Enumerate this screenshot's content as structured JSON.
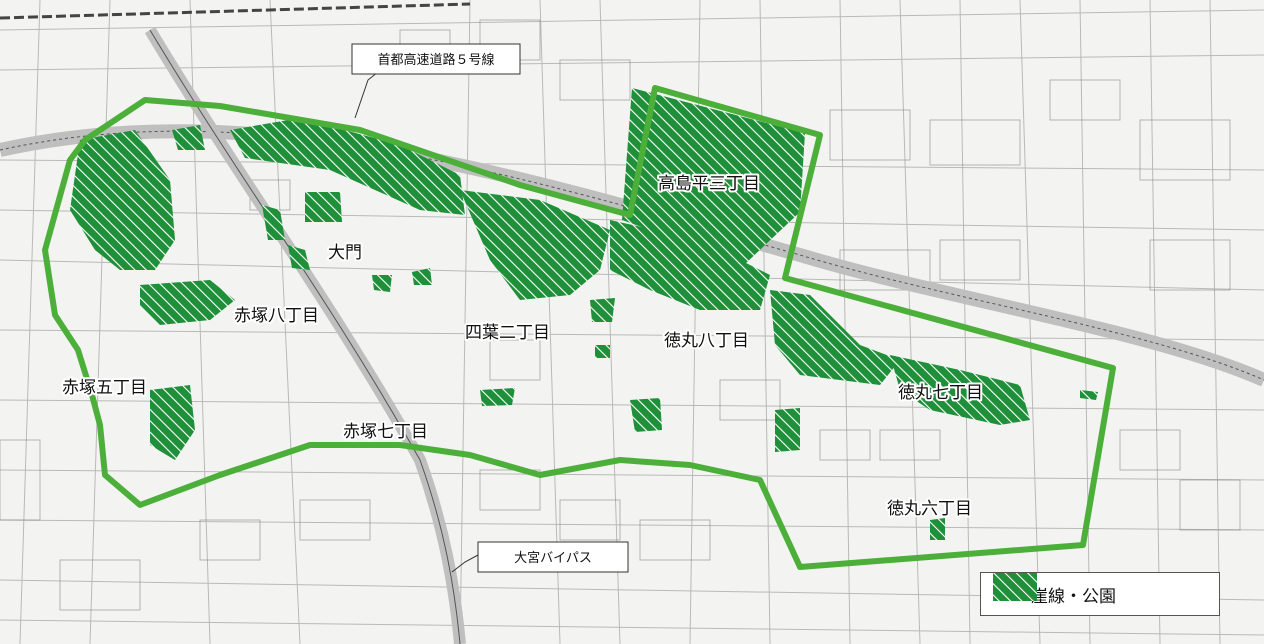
{
  "colors": {
    "boundary": "#4caf3a",
    "hatch_fill": "#1f8f3a",
    "hatch_line": "#ffffff",
    "road_major": "#bfbfbf",
    "street": "#8a8a8a"
  },
  "callouts": {
    "expressway": "首都高速道路５号線",
    "bypass": "大宮バイパス"
  },
  "districts": {
    "takashimadaira3": "高島平三丁目",
    "daimon": "大門",
    "akatsuka8": "赤塚八丁目",
    "yotsuba2": "四葉二丁目",
    "tokumaru8": "徳丸八丁目",
    "akatsuka5": "赤塚五丁目",
    "akatsuka7": "赤塚七丁目",
    "tokumaru7": "徳丸七丁目",
    "tokumaru6": "徳丸六丁目"
  },
  "legend": {
    "label": "崖線・公園"
  },
  "icons": {
    "legend": "hatched-area-icon"
  }
}
